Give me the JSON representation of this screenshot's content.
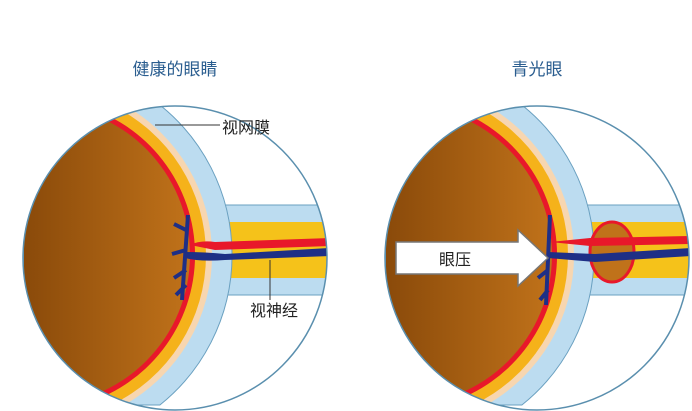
{
  "left_panel": {
    "title": "健康的眼睛",
    "retina_label": "视网膜",
    "nerve_label": "视神经"
  },
  "right_panel": {
    "title": "青光眼",
    "pressure_label": "眼压"
  },
  "colors": {
    "title": "#2a5d8f",
    "eyeball": "#b8660f",
    "retina": "#e8182a",
    "choroid": "#f5b21a",
    "sclera": "#bcdcf0",
    "vein": "#1e2f86"
  }
}
